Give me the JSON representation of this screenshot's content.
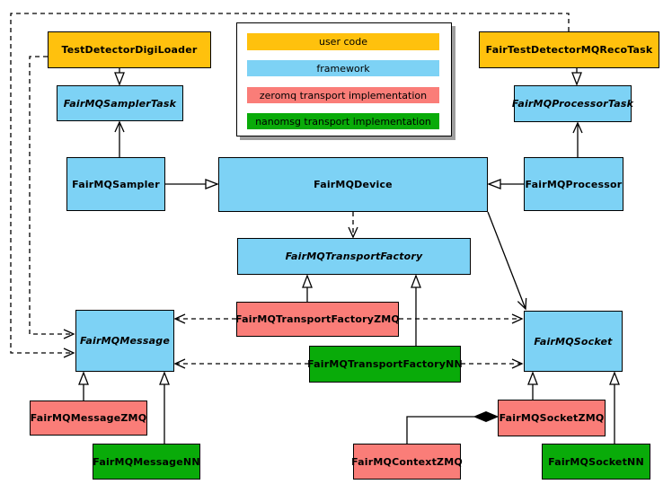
{
  "colors": {
    "user_code": "#FFC10D",
    "framework": "#7DD2F5",
    "zeromq": "#FA7D78",
    "nanomsg": "#09AB09"
  },
  "legend": {
    "items": [
      {
        "label": "user code",
        "color": "#FFC10D"
      },
      {
        "label": "framework",
        "color": "#7DD2F5"
      },
      {
        "label": "zeromq transport implementation",
        "color": "#FA7D78"
      },
      {
        "label": "nanomsg transport implementation",
        "color": "#09AB09"
      }
    ]
  },
  "nodes": {
    "digiloader": {
      "label": "TestDetectorDigiLoader"
    },
    "recotask": {
      "label": "FairTestDetectorMQRecoTask"
    },
    "samplertask": {
      "label": "FairMQSamplerTask"
    },
    "processortask": {
      "label": "FairMQProcessorTask"
    },
    "sampler": {
      "label": "FairMQSampler"
    },
    "device": {
      "label": "FairMQDevice"
    },
    "processor": {
      "label": "FairMQProcessor"
    },
    "transportfactory": {
      "label": "FairMQTransportFactory"
    },
    "tfzmq": {
      "label": "FairMQTransportFactoryZMQ"
    },
    "tfnn": {
      "label": "FairMQTransportFactoryNN"
    },
    "message": {
      "label": "FairMQMessage"
    },
    "socket": {
      "label": "FairMQSocket"
    },
    "messagezmq": {
      "label": "FairMQMessageZMQ"
    },
    "messagenn": {
      "label": "FairMQMessageNN"
    },
    "socketzmq": {
      "label": "FairMQSocketZMQ"
    },
    "socketnn": {
      "label": "FairMQSocketNN"
    },
    "contextzmq": {
      "label": "FairMQContextZMQ"
    }
  }
}
